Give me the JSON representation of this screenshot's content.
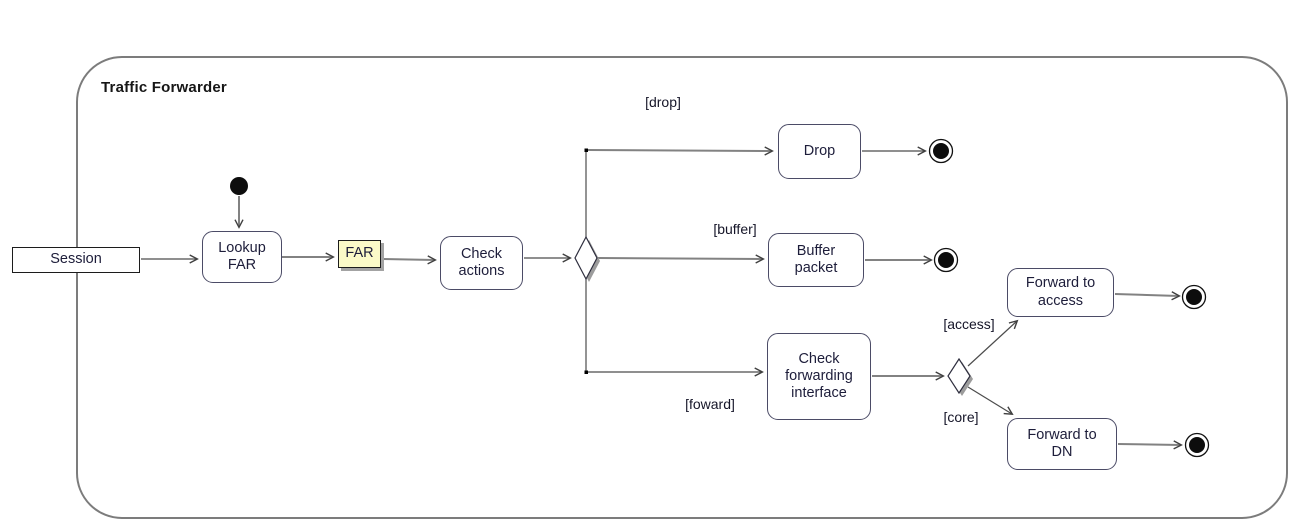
{
  "title": "Traffic Forwarder",
  "colors": {
    "note_fill": "#FBFAC8",
    "action_border": "#4B4B66",
    "text": "#1D1D3A",
    "edge_gray": "#828282",
    "edge_dark": "#4C4C4C",
    "frame_border": "#7C7C7C",
    "shadow_gray": "#9C9C9C"
  },
  "nodes": {
    "session": "Session",
    "lookup_far": "Lookup\nFAR",
    "far": "FAR",
    "check_actions": "Check\nactions",
    "drop": "Drop",
    "buffer_packet": "Buffer\npacket",
    "check_forwarding_interface": "Check\nforwarding\ninterface",
    "forward_to_access": "Forward to\naccess",
    "forward_to_dn": "Forward to\nDN"
  },
  "guards": {
    "drop": "[drop]",
    "buffer": "[buffer]",
    "foward": "[foward]",
    "access": "[access]",
    "core": "[core]"
  }
}
